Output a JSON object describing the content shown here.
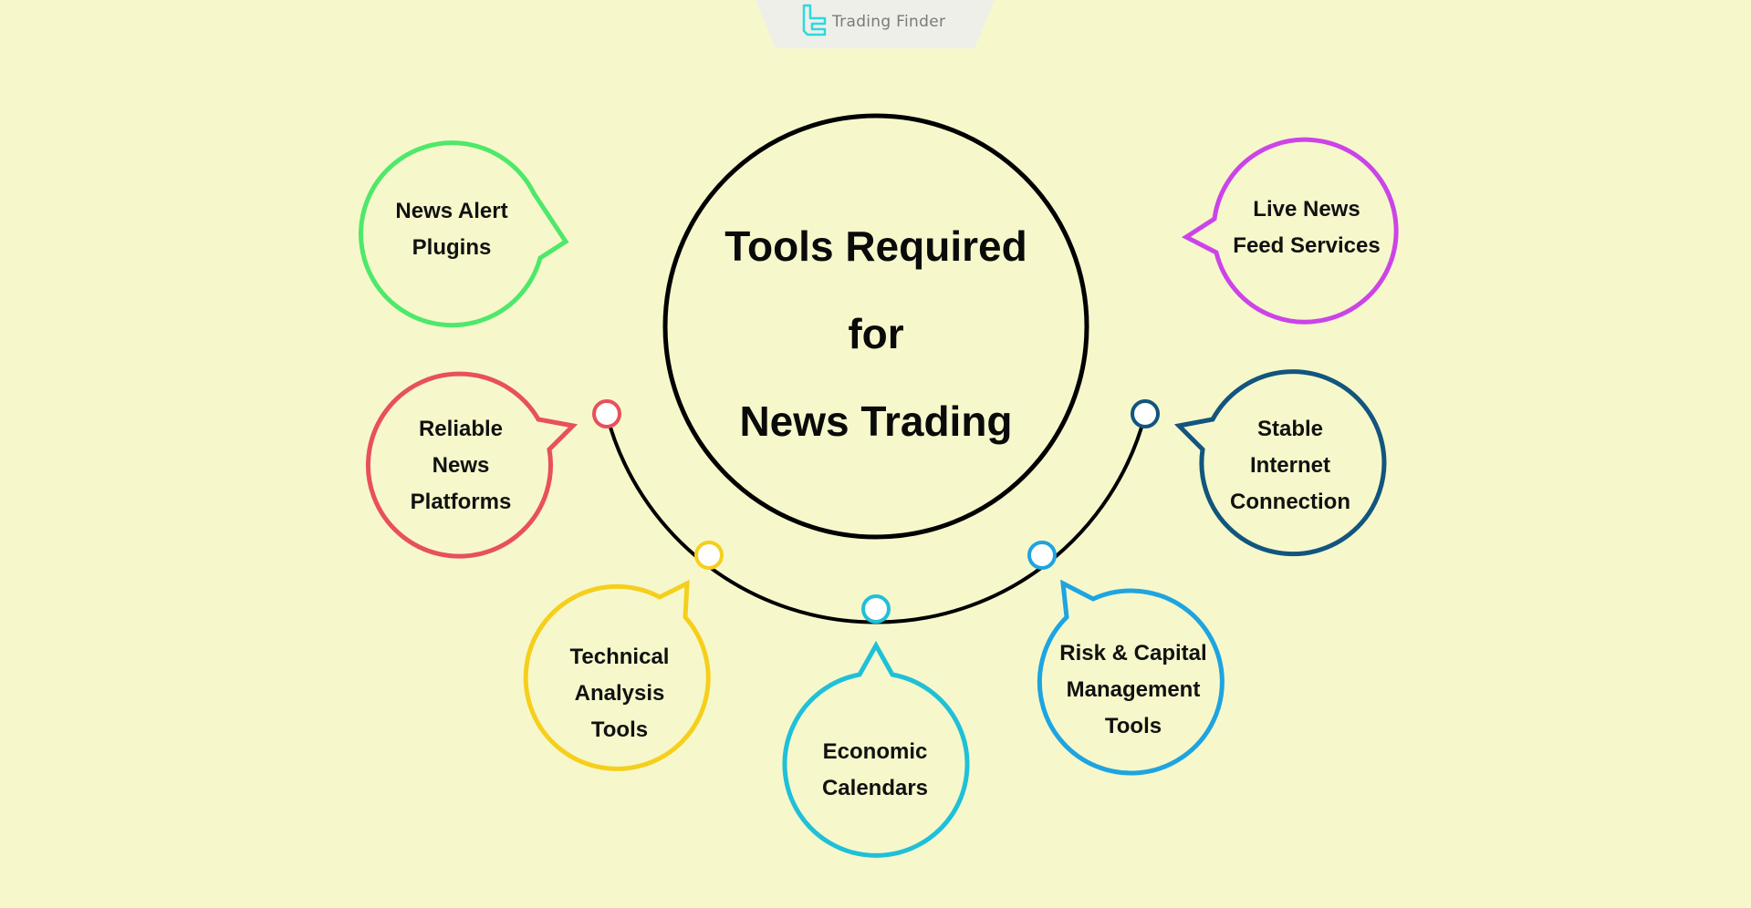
{
  "brand": {
    "name": "Trading Finder",
    "logo_icon": "tf-logo-icon",
    "logo_color": "#2ed8e0",
    "banner_color": "#eeefe8"
  },
  "background_color": "#f6f8cb",
  "center": {
    "title_lines": [
      "Tools Required",
      "for",
      "News Trading"
    ],
    "stroke_color": "#000000"
  },
  "items": [
    {
      "id": "news-alert-plugins",
      "label": "News Alert\nPlugins",
      "color": "#4ee86a"
    },
    {
      "id": "reliable-news-platforms",
      "label": "Reliable\nNews\nPlatforms",
      "color": "#e8505b"
    },
    {
      "id": "technical-analysis-tools",
      "label": "Technical\nAnalysis\nTools",
      "color": "#f5cf1c"
    },
    {
      "id": "economic-calendars",
      "label": "Economic\nCalendars",
      "color": "#1fc0d8"
    },
    {
      "id": "risk-capital-management-tools",
      "label": "Risk & Capital\nManagement\nTools",
      "color": "#1ea4e0"
    },
    {
      "id": "stable-internet-connection",
      "label": "Stable\nInternet\nConnection",
      "color": "#12557e"
    },
    {
      "id": "live-news-feed-services",
      "label": "Live News\nFeed Services",
      "color": "#cc44e8"
    }
  ]
}
